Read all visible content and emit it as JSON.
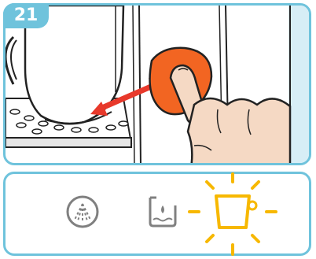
{
  "step": {
    "number": "21"
  },
  "colors": {
    "frame": "#6fc3dc",
    "button": "#f26522",
    "arrow": "#e8392b",
    "active_light": "#f7b800",
    "inactive_icon": "#808080"
  },
  "illustration": {
    "icons": [
      "coffee-cup-icon",
      "orange-button-icon",
      "double-arrow-icon",
      "pointing-finger-icon"
    ]
  },
  "indicators": [
    {
      "icon": "steam-icon",
      "state": "off"
    },
    {
      "icon": "water-tank-icon",
      "state": "off"
    },
    {
      "icon": "cup-icon",
      "state": "on"
    }
  ]
}
